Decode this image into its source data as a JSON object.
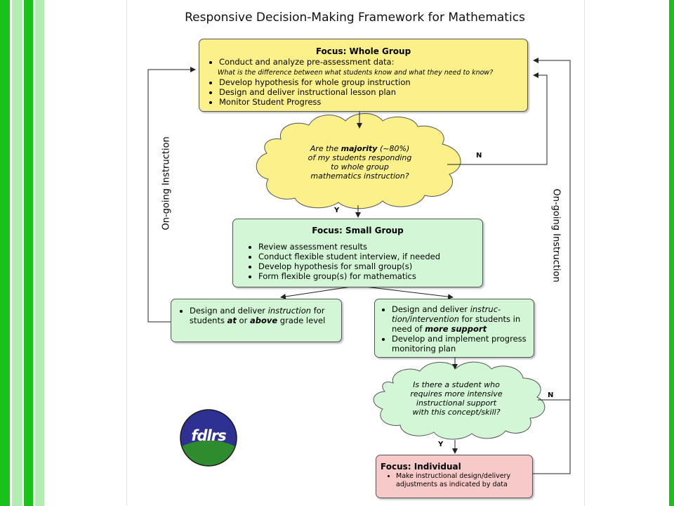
{
  "title": "Responsive Decision-Making Framework for Mathematics",
  "colors": {
    "yellow": "#FBF08A",
    "green": "#D3F7D6",
    "pink": "#F8C9C9",
    "stripe_green": "#19C219",
    "stripe_light": "#B3EDB3"
  },
  "whole_group": {
    "heading": "Focus: Whole Group",
    "items": [
      "Conduct and analyze pre-assessment data:",
      "Develop hypothesis for whole group instruction",
      "Design and deliver instructional lesson plan",
      "Monitor Student Progress"
    ],
    "question": "What is the difference between what students know and what they need to know?"
  },
  "decision1": {
    "line1_pre": "Are the ",
    "line1_bold": "majority",
    "line1_post": " (~80%)",
    "line2": "of my students responding",
    "line3": "to whole group",
    "line4": "mathematics instruction?",
    "no_label": "N",
    "yes_label": "Y"
  },
  "small_group": {
    "heading": "Focus: Small Group",
    "items": [
      "Review assessment results",
      "Conduct flexible student interview, if needed",
      "Develop hypothesis for small group(s)",
      "Form flexible group(s) for mathematics"
    ]
  },
  "left_box": {
    "t1": "Design and deliver ",
    "t2": "instruction",
    "t3": " for students ",
    "t4": "at",
    "t5": " or ",
    "t6": "above",
    "t7": " grade level"
  },
  "right_box": {
    "t1": "Design and deliver ",
    "t2": "instruc-tion/intervention",
    "t3": " for students in need of ",
    "t4": "more support",
    "item2": "Develop and implement progress monitoring plan"
  },
  "decision2": {
    "line1": "Is there a student who",
    "line2": "requires more intensive",
    "line3": "instructional support",
    "line4": "with this concept/skill?",
    "no_label": "N",
    "yes_label": "Y"
  },
  "individual": {
    "heading": "Focus: Individual",
    "item": "Make instructional design/delivery adjustments as indicated by data"
  },
  "side_labels": {
    "left": "On-going Instruction",
    "right": "On-going Instruction"
  },
  "logo": {
    "text": "fdlrs"
  }
}
